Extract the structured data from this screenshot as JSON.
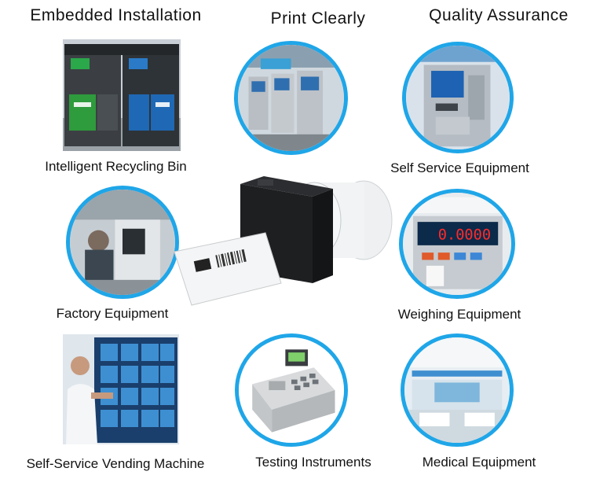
{
  "headings": {
    "embedded": "Embedded Installation",
    "print": "Print Clearly",
    "quality": "Quality Assurance"
  },
  "captions": {
    "recycling": "Intelligent Recycling Bin",
    "self_service": "Self Service Equipment",
    "factory": "Factory Equipment",
    "weighing": "Weighing Equipment",
    "vending": "Self-Service Vending Machine",
    "testing": "Testing Instruments",
    "medical": "Medical Equipment"
  },
  "scale_display": "0.0000",
  "colors": {
    "ring": "#1fa6e8",
    "green_bin": "#2e9b3c",
    "blue_bin": "#1f68b5",
    "led_red": "#ff2a2a"
  },
  "icons": [
    "recycling-bin-photo",
    "ticket-kiosk-photo",
    "atm-kiosk-photo",
    "factory-photo",
    "thermal-printer-photo",
    "weighing-scale-photo",
    "vending-machine-photo",
    "cash-register-photo",
    "medical-room-photo"
  ]
}
